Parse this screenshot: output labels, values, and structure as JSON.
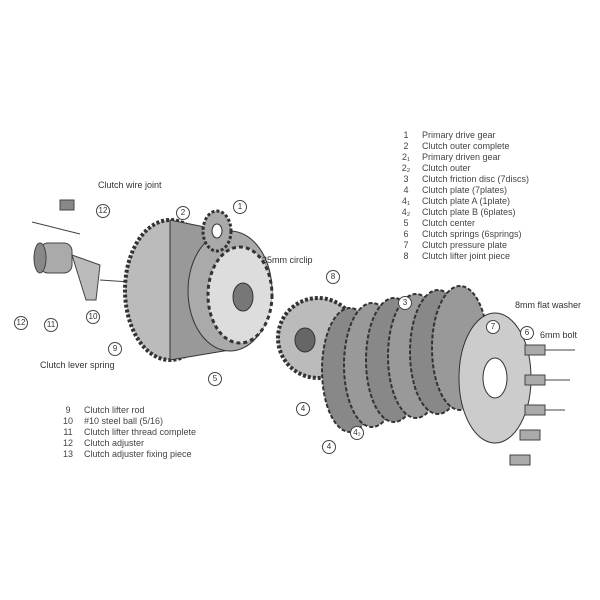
{
  "legend_top": [
    {
      "num": "1",
      "text": "Primary drive gear"
    },
    {
      "num": "2",
      "text": "Clutch outer complete"
    },
    {
      "num": "2₁",
      "text": "Primary driven gear"
    },
    {
      "num": "2₂",
      "text": "Clutch outer"
    },
    {
      "num": "3",
      "text": "Clutch friction disc (7discs)"
    },
    {
      "num": "4",
      "text": "Clutch plate (7plates)"
    },
    {
      "num": "4₁",
      "text": "Clutch plate A (1plate)"
    },
    {
      "num": "4₂",
      "text": "Clutch plate B (6plates)"
    },
    {
      "num": "5",
      "text": "Clutch center"
    },
    {
      "num": "6",
      "text": "Clutch springs (6springs)"
    },
    {
      "num": "7",
      "text": "Clutch pressure plate"
    },
    {
      "num": "8",
      "text": "Clutch lifter joint piece"
    }
  ],
  "legend_bottom": [
    {
      "num": "9",
      "text": "Clutch lifter rod"
    },
    {
      "num": "10",
      "text": "#10 steel ball (5/16)"
    },
    {
      "num": "11",
      "text": "Clutch lifter thread complete"
    },
    {
      "num": "12",
      "text": "Clutch adjuster"
    },
    {
      "num": "13",
      "text": "Clutch adjuster fixing piece"
    }
  ],
  "labels": {
    "wire_joint": "Clutch wire joint",
    "circlip": "25mm circlip",
    "washer": "8mm flat washer",
    "bolt": "6mm bolt",
    "lever_spring": "Clutch lever spring"
  },
  "callouts": {
    "c1": "1",
    "c2": "2",
    "c3": "3",
    "c4": "4",
    "c4b": "4",
    "c5": "5",
    "c6": "6",
    "c7": "7",
    "c8": "8",
    "c9": "9",
    "c10": "10",
    "c11": "11",
    "c12": "12",
    "c12b": "12",
    "c42": "4₂"
  }
}
